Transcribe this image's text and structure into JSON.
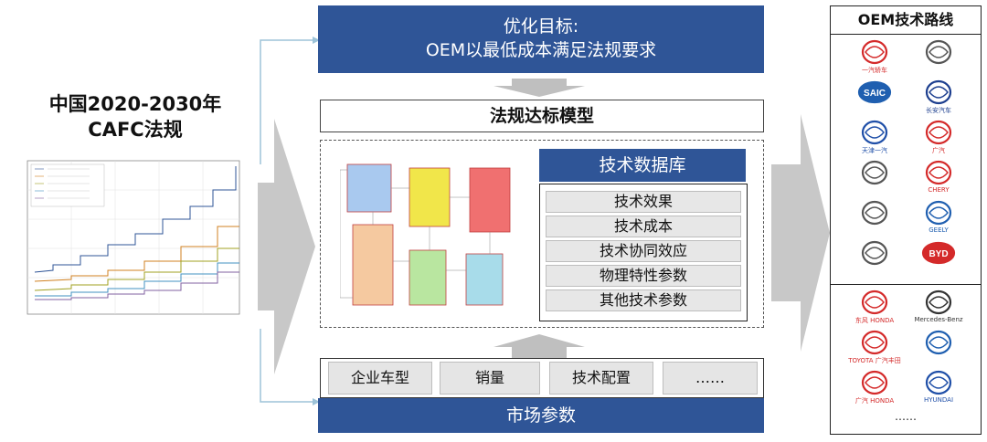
{
  "left_title": {
    "line1": "中国2020-2030年",
    "line2": "CAFC法规"
  },
  "top_box": {
    "line1": "优化目标:",
    "line2": "OEM以最低成本满足法规要求"
  },
  "model_box": "法规达标模型",
  "tech_db": {
    "title": "技术数据库",
    "items": [
      "技术效果",
      "技术成本",
      "技术协同效应",
      "物理特性参数",
      "其他技术参数"
    ]
  },
  "market": {
    "items": [
      "企业车型",
      "销量",
      "技术配置",
      "……"
    ],
    "title": "市场参数"
  },
  "oem_panel": {
    "title": "OEM技术路线",
    "domestic": [
      {
        "name": "faw-logo",
        "label": "一汽轿车",
        "color": "#d42a2a"
      },
      {
        "name": "dongfeng-logo",
        "label": "",
        "color": "#555555"
      },
      {
        "name": "saic-logo",
        "label": "",
        "color": "#1f5fb0",
        "text": "SAIC"
      },
      {
        "name": "changan-logo",
        "label": "长安汽车",
        "color": "#1d3f8f"
      },
      {
        "name": "tianjin-faw-logo",
        "label": "天津一汽",
        "color": "#1f4fa8"
      },
      {
        "name": "gac-logo",
        "label": "广汽",
        "color": "#d42a2a"
      },
      {
        "name": "jac-logo",
        "label": "",
        "color": "#555555"
      },
      {
        "name": "chery-logo",
        "label": "CHERY",
        "color": "#d42a2a"
      },
      {
        "name": "baic-logo",
        "label": "",
        "color": "#555555"
      },
      {
        "name": "geely-logo",
        "label": "GEELY",
        "color": "#1f5fb0"
      },
      {
        "name": "brilliance-logo",
        "label": "",
        "color": "#555555"
      },
      {
        "name": "byd-logo",
        "label": "",
        "color": "#d42a2a",
        "text": "BYD"
      }
    ],
    "joint": [
      {
        "name": "dongfeng-honda-logo",
        "label": "东风 HONDA",
        "color": "#d42a2a"
      },
      {
        "name": "mercedes-benz-logo",
        "label": "Mercedes-Benz",
        "color": "#333333"
      },
      {
        "name": "gac-toyota-logo",
        "label": "TOYOTA 广汽丰田",
        "color": "#d42a2a"
      },
      {
        "name": "bmw-logo",
        "label": "",
        "color": "#1f5fb0"
      },
      {
        "name": "gac-honda-logo",
        "label": "广汽 HONDA",
        "color": "#d42a2a"
      },
      {
        "name": "hyundai-logo",
        "label": "HYUNDAI",
        "color": "#1f4fa8"
      }
    ],
    "more": "……"
  },
  "colors": {
    "blue_header": "#2f5597",
    "arrow_gray": "#bfbfbf",
    "connector": "#9dc3d8"
  }
}
